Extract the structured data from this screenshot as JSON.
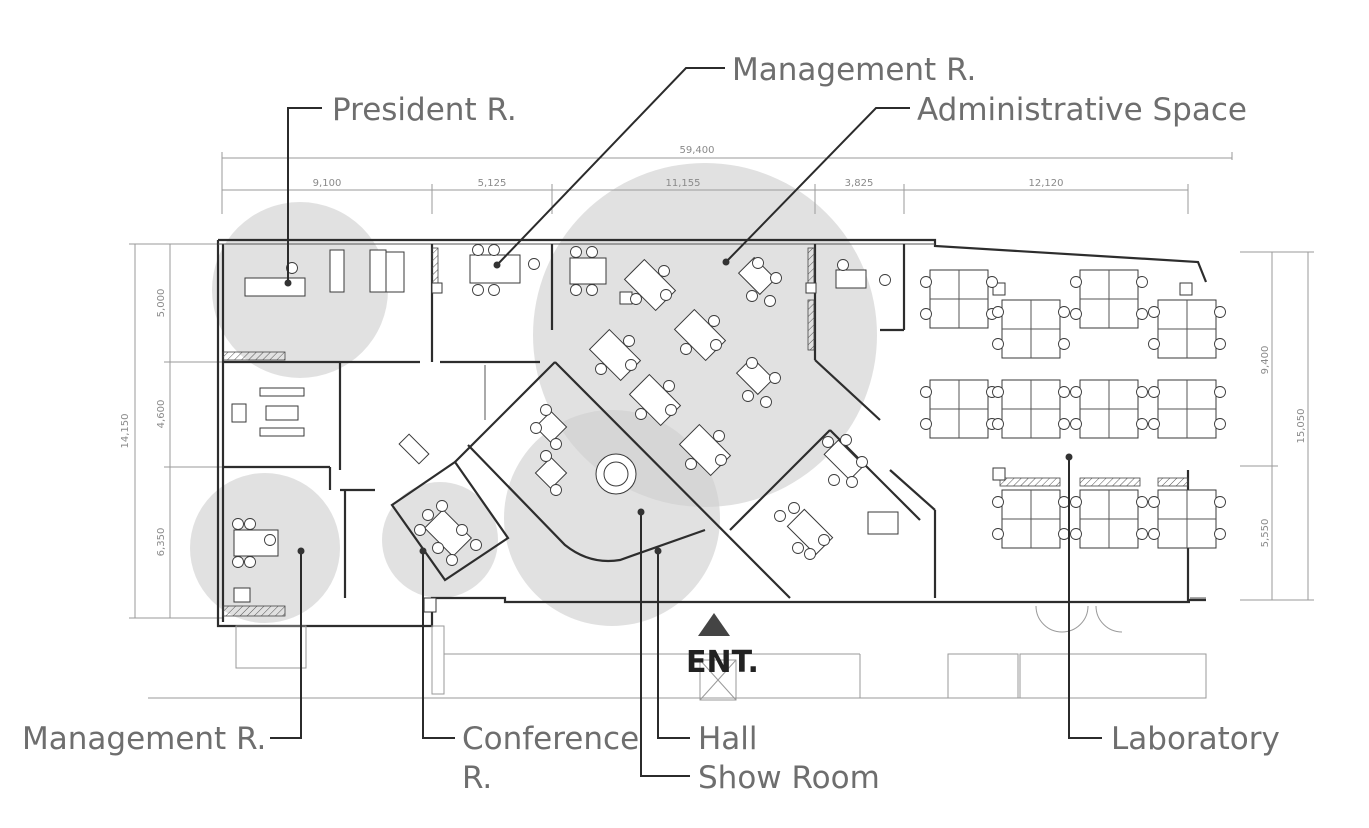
{
  "labels": {
    "management_top": "Management R.",
    "president": "President R.",
    "administrative": "Administrative Space",
    "management_bottom": "Management R.",
    "conference_line1": "Conference",
    "conference_line2": "R.",
    "hall": "Hall",
    "show_room": "Show Room",
    "laboratory": "Laboratory",
    "entrance": "ENT."
  },
  "dimensions": {
    "overall": "59,400",
    "segments": [
      "9,100",
      "5,125",
      "11,155",
      "3,825",
      "12,120"
    ],
    "left_outer": "14,150",
    "left_segments": [
      "5,000",
      "4,600",
      "6,350"
    ],
    "right_outer": "15,050",
    "right_segments": [
      "9,400",
      "5,550"
    ]
  },
  "colors": {
    "zone_fill": "#cfcfcf",
    "label_text": "#6e6e6e",
    "leader_line": "#2b2b2b",
    "wall": "#2d2d2d",
    "entrance_arrow": "#444444"
  }
}
